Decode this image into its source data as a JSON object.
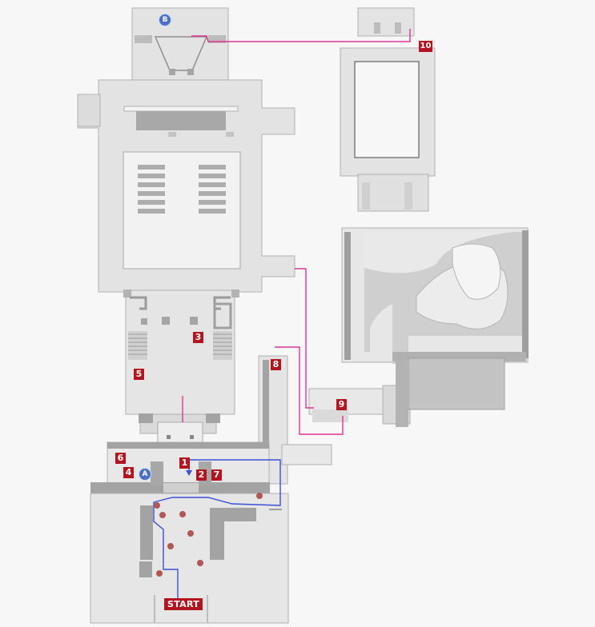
{
  "markers": {
    "m1": "1",
    "m2": "2",
    "m3": "3",
    "m4": "4",
    "m5": "5",
    "m6": "6",
    "m7": "7",
    "m8": "8",
    "m9": "9",
    "m10": "10"
  },
  "pins": {
    "a": "A",
    "b": "B"
  },
  "start_label": "START",
  "colors": {
    "floor": "#e2e2e2",
    "wall": "#b5b5b5",
    "dark": "#9a9a9a",
    "route_pink": "#e0338f",
    "route_blue": "#3b4fd6",
    "enemy": "#b35656",
    "marker": "#b3141f",
    "pin": "#4a6fc4"
  }
}
